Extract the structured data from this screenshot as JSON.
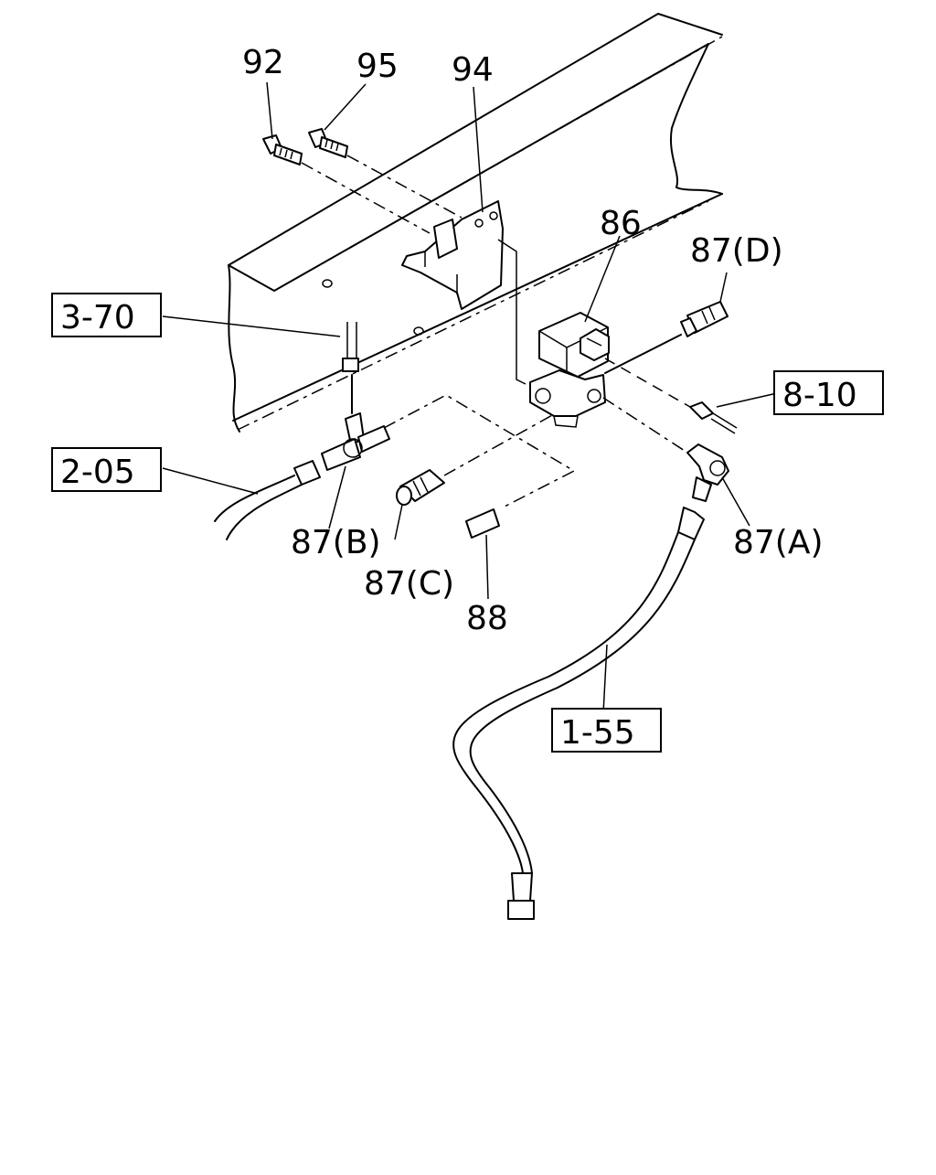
{
  "callouts": {
    "c92": "92",
    "c95": "95",
    "c94": "94",
    "c86": "86",
    "c87d": "87(D)",
    "c87b": "87(B)",
    "c87c": "87(C)",
    "c87a": "87(A)",
    "c88": "88"
  },
  "refs": {
    "r370": "3-70",
    "r205": "2-05",
    "r810": "8-10",
    "r155": "1-55"
  }
}
